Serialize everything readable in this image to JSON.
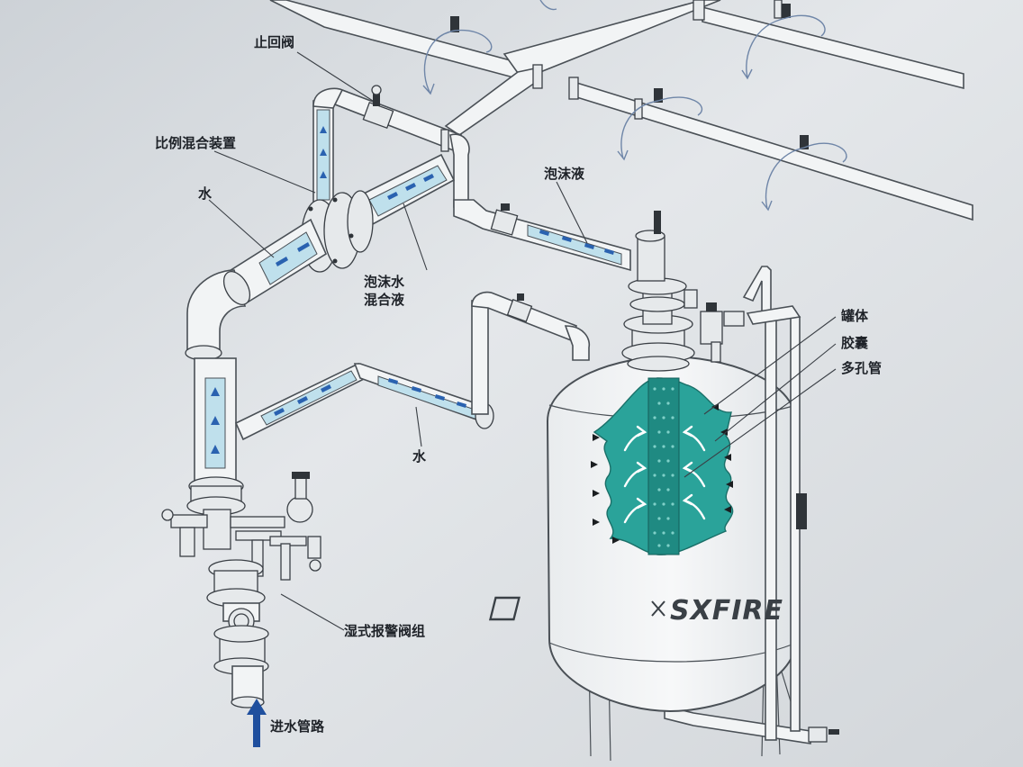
{
  "labels": {
    "check_valve": "止回阀",
    "proportional_mixer": "比例混合装置",
    "water_inlet_label": "水",
    "foam_water_mix_line1": "泡沫水",
    "foam_water_mix_line2": "混合液",
    "foam_liquid": "泡沫液",
    "water_return_label": "水",
    "tank_body": "罐体",
    "bladder": "胶囊",
    "perforated_pipe": "多孔管",
    "wet_alarm_valve_group": "湿式报警阀组",
    "water_inlet_pipe": "进水管路"
  },
  "brand": {
    "logo_text": "SXFIRE"
  },
  "colors": {
    "background": "#d9dde1",
    "bladder": "#2aa39a",
    "flow_fill": "#bfe0ec",
    "flow_arrow": "#2a62b0",
    "inlet_arrow": "#1f4f9e",
    "line": "#4a5056"
  }
}
